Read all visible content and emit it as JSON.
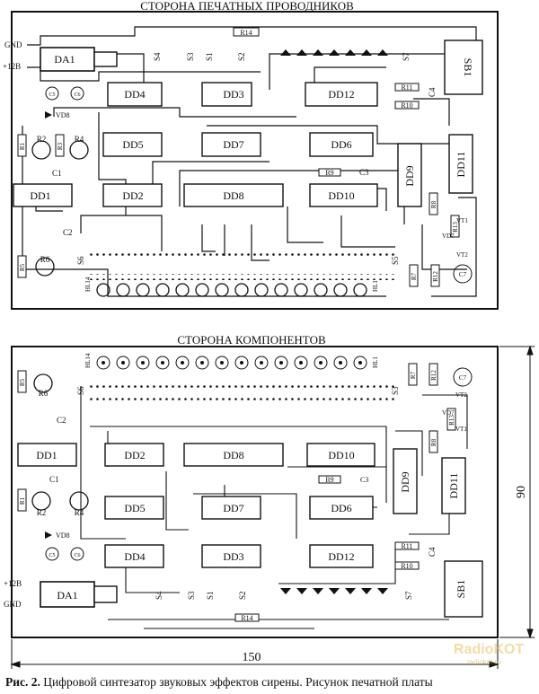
{
  "top_board": {
    "title": "СТОРОНА ПЕЧАТНЫХ ПРОВОДНИКОВ",
    "side_labels": [
      "GND",
      "+12В"
    ],
    "chips": [
      "DA1",
      "DD4",
      "DD3",
      "DD12",
      "DD5",
      "DD7",
      "DD6",
      "DD1",
      "DD2",
      "DD8",
      "DD10",
      "DD9",
      "DD11",
      "SB1"
    ],
    "resistors": [
      "R14",
      "R11",
      "R10",
      "R9",
      "R8",
      "R1",
      "R2",
      "R3",
      "R4",
      "R5",
      "R6",
      "R7",
      "R12",
      "R13"
    ],
    "switches": [
      "S4",
      "S3",
      "S1",
      "S2",
      "S7",
      "S6",
      "S5"
    ],
    "caps": [
      "C4",
      "C1",
      "C2",
      "C3",
      "C5",
      "C6",
      "C7"
    ],
    "diodes": [
      "VD8",
      "VD7"
    ],
    "transistors": [
      "VT1",
      "VT2"
    ],
    "leds": [
      "HL14",
      "HL1"
    ]
  },
  "bottom_board": {
    "title": "СТОРОНА КОМПОНЕНТОВ",
    "side_labels": [
      "+12В",
      "GND"
    ],
    "chips": [
      "DD2",
      "DD8",
      "DD10",
      "DD1",
      "DD9",
      "DD11",
      "DD5",
      "DD7",
      "DD6",
      "DD4",
      "DD3",
      "DD12",
      "DA1",
      "SB1"
    ],
    "resistors": [
      "R5",
      "R6",
      "R1",
      "R2",
      "R4",
      "R9",
      "R11",
      "R10",
      "R14",
      "R8",
      "R7",
      "R12",
      "R13"
    ],
    "switches": [
      "S6",
      "S3",
      "S4",
      "S3",
      "S1",
      "S2",
      "S7"
    ],
    "caps": [
      "C2",
      "C1",
      "C5",
      "C4",
      "C7",
      "C3",
      "C6"
    ],
    "diodes": [
      "VD8",
      "VD7"
    ],
    "transistors": [
      "VT2",
      "VT1"
    ],
    "leds": [
      "HL14",
      "HL1"
    ]
  },
  "dimensions": {
    "width": "150",
    "height": "90"
  },
  "caption": {
    "prefix": "Рис. 2.",
    "text": "Цифровой синтезатор звуковых эффектов сирены. Рисунок печатной платы"
  },
  "watermark": {
    "main": "RadioKOT",
    "sub": "radiokot.ru"
  }
}
